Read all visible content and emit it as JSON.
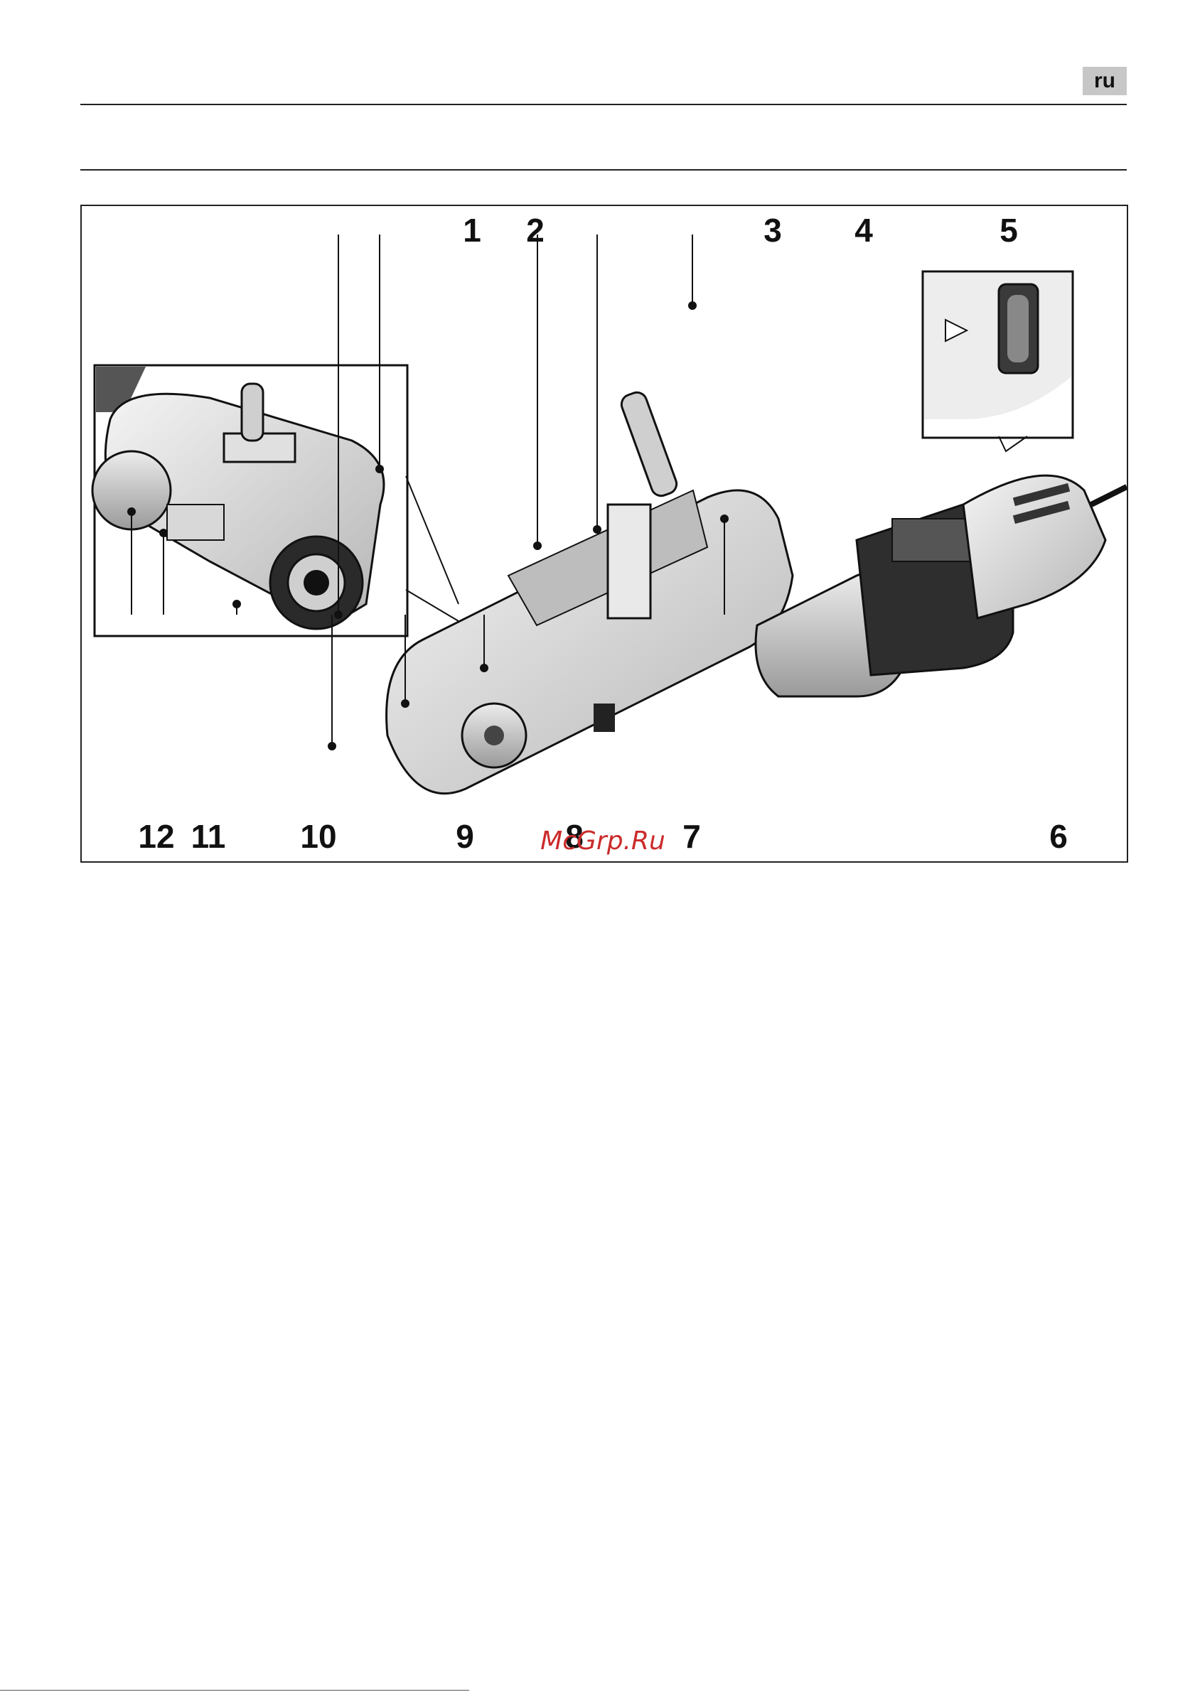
{
  "header": {
    "language_badge": "ru"
  },
  "figure": {
    "callouts": [
      "1",
      "2",
      "3",
      "4",
      "5",
      "6",
      "7",
      "8",
      "9",
      "10",
      "11",
      "12"
    ],
    "watermark": "McGrp.Ru"
  }
}
